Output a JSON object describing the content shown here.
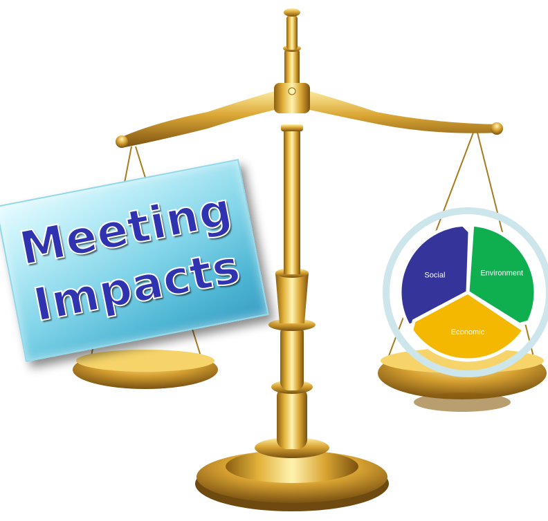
{
  "sign": {
    "line1": "Meeting",
    "line2": "Impacts"
  },
  "cycle": {
    "segments": [
      {
        "label": "Social",
        "color": "#35349a"
      },
      {
        "label": "Environment",
        "color": "#0fae4f"
      },
      {
        "label": "Economic",
        "color": "#f5b800"
      }
    ],
    "ring_color": "#cde6ec"
  },
  "colors": {
    "brass_light": "#fff3b0",
    "brass_mid": "#e2b23a",
    "brass_dark": "#8a5e10",
    "sign_text": "#2f33b0"
  }
}
